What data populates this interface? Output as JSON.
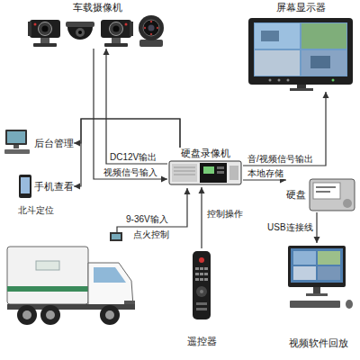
{
  "diagram": {
    "nodes": [
      {
        "text": [
          "车载摄像机"
        ]
      },
      {
        "text": [
          "屏幕显示器"
        ]
      },
      {
        "text": [
          "硬盘录像机"
        ]
      },
      {
        "text": [
          "后台管理"
        ]
      },
      {
        "text": [
          "手机查看"
        ]
      },
      {
        "text": [
          "硬盘"
        ]
      },
      {
        "text": [
          "视频软件回放"
        ]
      },
      {
        "text": [
          "遥控器"
        ]
      }
    ],
    "edges": [
      {
        "from": 2,
        "to": 0,
        "label": "DC12V输出",
        "arrow": "to"
      },
      {
        "from": 0,
        "to": 2,
        "label": "视频信号输入",
        "arrow": "to"
      },
      {
        "from": 2,
        "to": 1,
        "label": "音/视频信号输出",
        "arrow": "to"
      },
      {
        "from": 2,
        "to": 5,
        "label": "本地存储",
        "arrow": "to"
      },
      {
        "from": 5,
        "to": 6,
        "label": "USB连接线",
        "arrow": "to"
      },
      {
        "from": 7,
        "to": 2,
        "label": "控制操作",
        "arrow": "to"
      },
      {
        "from": 2,
        "to": 3,
        "arrow": "to"
      },
      {
        "from": 2,
        "to": 4,
        "arrow": "to"
      }
    ],
    "labels": [
      "北斗定位",
      "9-36V输入",
      "点火控制"
    ]
  }
}
